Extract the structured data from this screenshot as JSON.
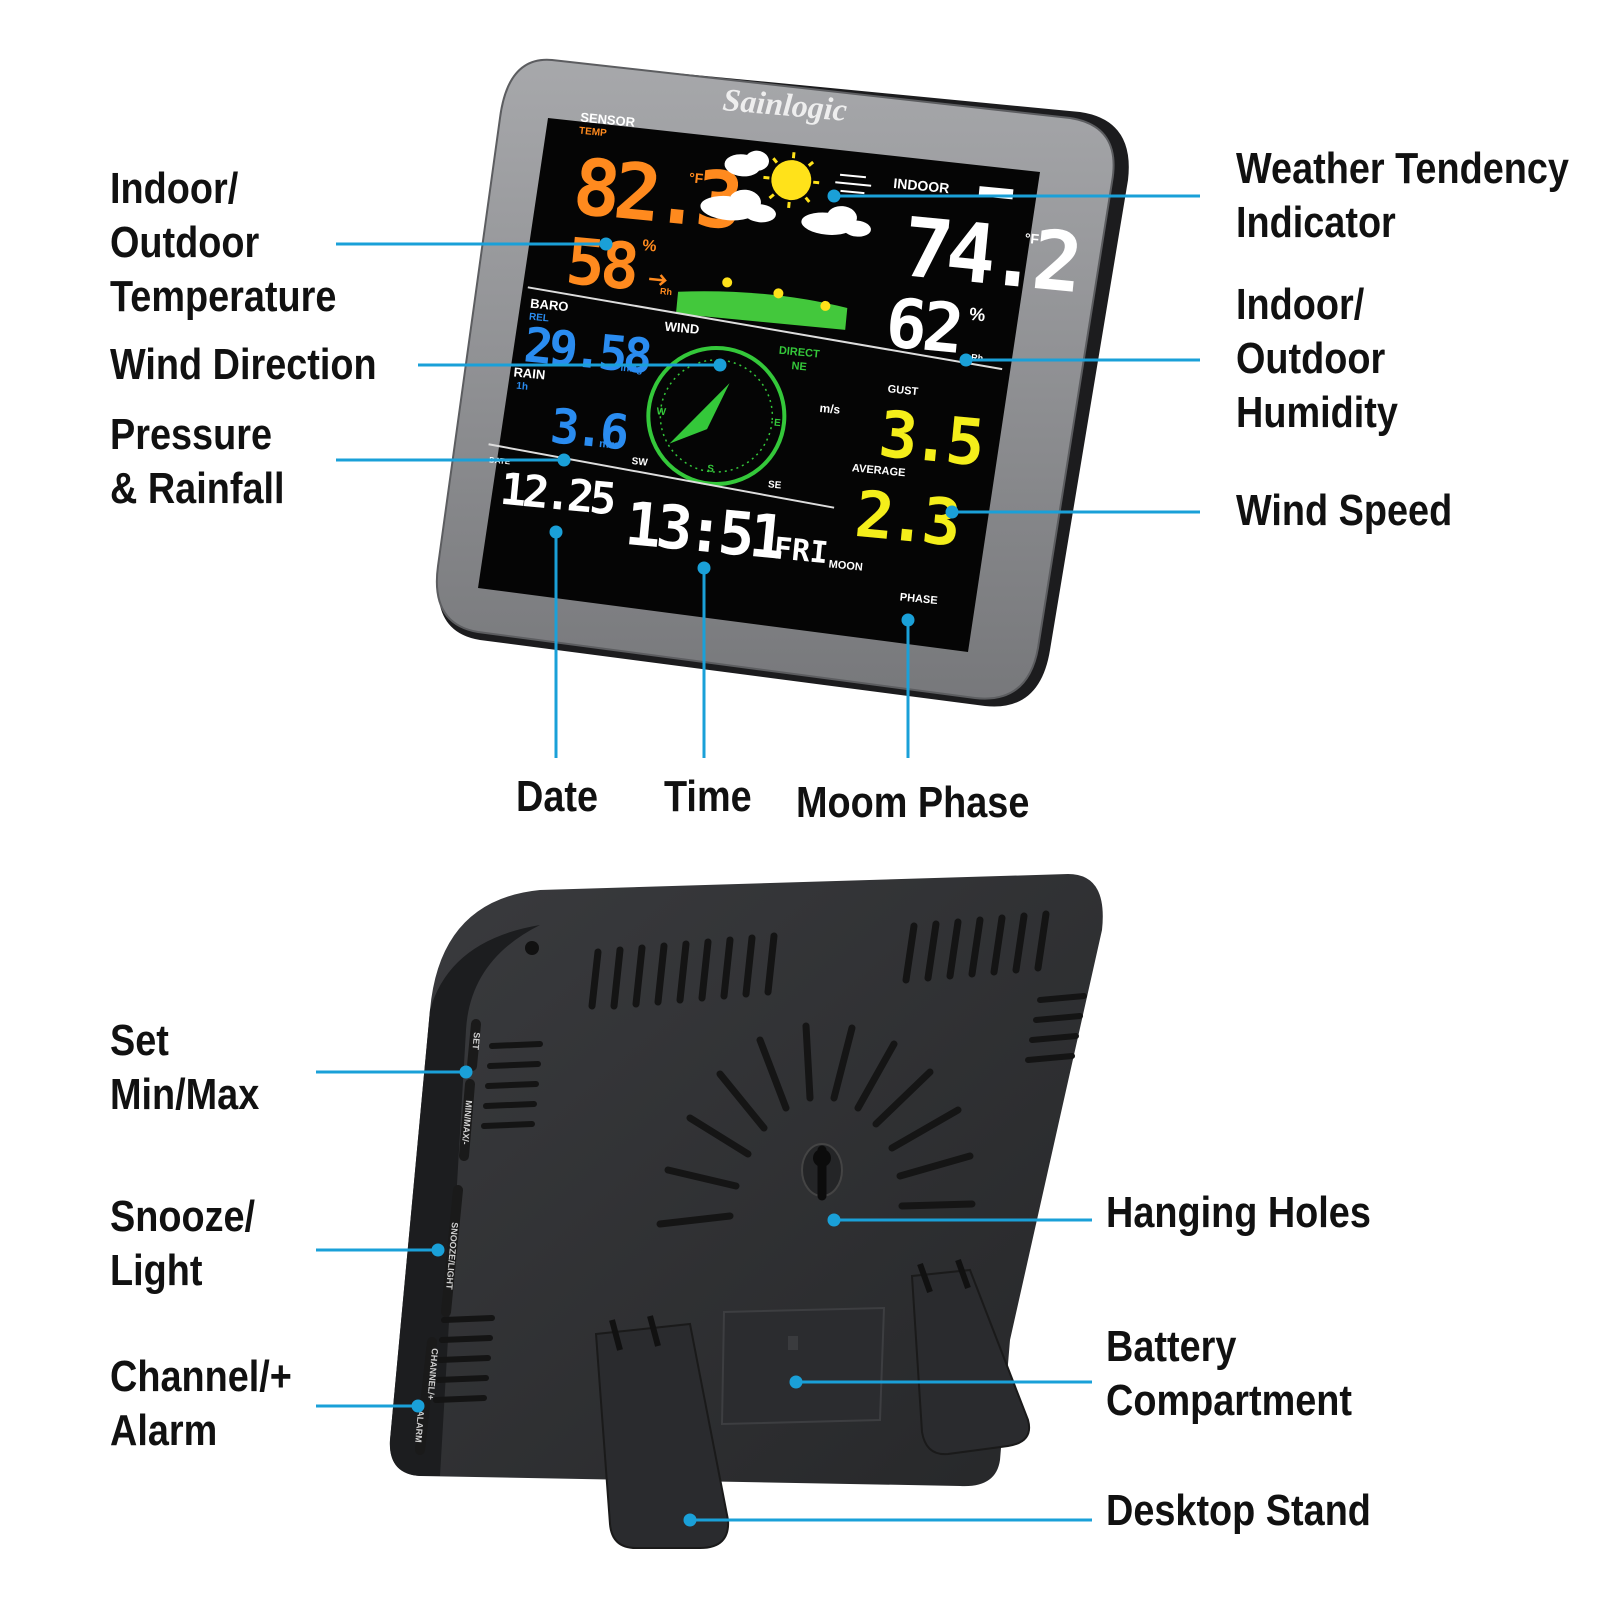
{
  "colors": {
    "callout": "#1aa0d8",
    "bezel": "#8c8d90",
    "screen": "#050505",
    "orange": "#ff8a1e",
    "blue": "#2a8cf0",
    "yellow": "#f4ee1a",
    "green": "#34c83a",
    "housing": "#2f3033"
  },
  "device": {
    "brand": "Sainlogic",
    "screen": {
      "sensor": "SENSOR",
      "temp": "TEMP",
      "outdoor_temp": "82.3",
      "unit_f": "°F",
      "outdoor_humidity": "58",
      "unit_pct": "%",
      "unit_rh": "Rh",
      "indoor": "INDOOR",
      "indoor_temp": "74.2",
      "indoor_humidity": "62",
      "baro": "BARO",
      "rel": "REL",
      "pressure": "29.58",
      "unit_inhg": "inHg",
      "rain": "RAIN",
      "rain_period": "1h",
      "rain_value": "3.6",
      "unit_mm": "mm",
      "wind": "WIND",
      "direct": "DIRECT",
      "direction": "NE",
      "compass_n": "N",
      "compass_e": "E",
      "compass_s": "S",
      "compass_w": "W",
      "compass_sw": "SW",
      "compass_se": "SE",
      "unit_ms": "m/s",
      "gust": "GUST",
      "gust_value": "3.5",
      "average": "AVERAGE",
      "average_value": "2.3",
      "date_label": "DATE",
      "date": "12.25",
      "time": "13:51",
      "weekday": "FRI",
      "moon": "MOON",
      "phase": "PHASE"
    },
    "buttons": {
      "set": "SET",
      "minmax": "MIN/MAX/-",
      "snooze": "SNOOZE/LIGHT",
      "channel": "CHANNEL/+",
      "alarm": "ALARM"
    }
  },
  "labels": {
    "temp": [
      "Indoor/",
      "Outdoor",
      "Temperature"
    ],
    "wind_dir": [
      "Wind Direction"
    ],
    "pressure": [
      "Pressure",
      "& Rainfall"
    ],
    "tendency": [
      "Weather Tendency",
      "Indicator"
    ],
    "humidity": [
      "Indoor/",
      "Outdoor",
      "Humidity"
    ],
    "wind_speed": [
      "Wind Speed"
    ],
    "date": [
      "Date"
    ],
    "time": [
      "Time"
    ],
    "moon": [
      "Moom Phase"
    ],
    "set": [
      "Set",
      "Min/Max"
    ],
    "snooze": [
      "Snooze/",
      "Light"
    ],
    "channel": [
      "Channel/+",
      "Alarm"
    ],
    "hanging": [
      "Hanging Holes"
    ],
    "battery": [
      "Battery",
      "Compartment"
    ],
    "stand": [
      "Desktop Stand"
    ]
  }
}
